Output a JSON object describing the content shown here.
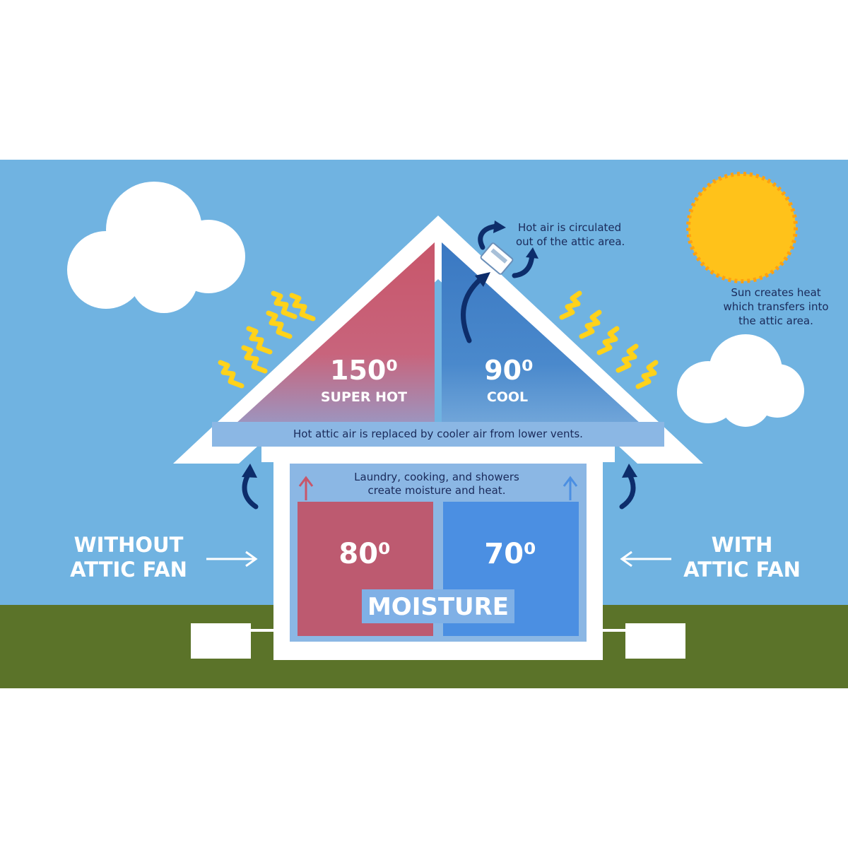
{
  "colors": {
    "sky": "#70b3e1",
    "ground": "#5b7329",
    "hot_red": "#c8566a",
    "cool_blue": "#3f7fc8",
    "room_red": "#bd5a70",
    "room_blue": "#4b8fe2",
    "sun": "#ffc21a",
    "heat_wave": "#ffd21a",
    "arrow_navy": "#0d2d6b"
  },
  "attic": {
    "left": {
      "temperature": "150⁰",
      "label": "SUPER HOT"
    },
    "right": {
      "temperature": "90⁰",
      "label": "COOL"
    },
    "replacement_note": "Hot attic air is replaced by cooler air from lower vents."
  },
  "vent_note": {
    "line1": "Hot air is circulated",
    "line2": "out of the attic area."
  },
  "sun_note": {
    "line1": "Sun creates heat",
    "line2": "which transfers into",
    "line3": "the attic area."
  },
  "living_space": {
    "note_line1": "Laundry, cooking, and showers",
    "note_line2": "create moisture and heat.",
    "left_temperature": "80⁰",
    "right_temperature": "70⁰",
    "moisture_label": "MOISTURE"
  },
  "sides": {
    "without": {
      "line1": "WITHOUT",
      "line2": "ATTIC FAN"
    },
    "with": {
      "line1": "WITH",
      "line2": "ATTIC FAN"
    }
  },
  "icons": [
    "cloud-icon",
    "sun-icon",
    "heat-wave-icon",
    "attic-fan-icon",
    "airflow-arrow-icon"
  ]
}
